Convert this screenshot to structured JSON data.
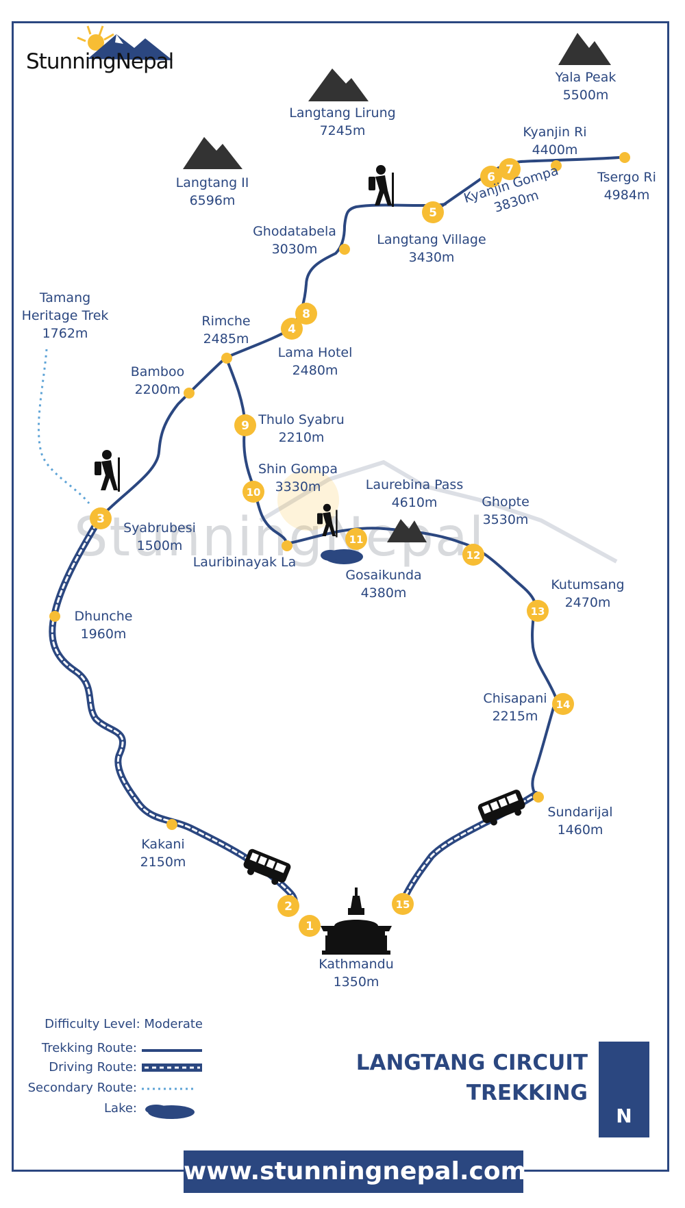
{
  "brand": {
    "logo_text": "StunningNepal",
    "watermark_text": "StunningNepal",
    "website": "www.stunningnepal.com"
  },
  "title": {
    "line1": "LANGTANG CIRCUIT",
    "line2": "TREKKING"
  },
  "compass_letter": "N",
  "colors": {
    "route": "#2b4780",
    "stop": "#f7bd34",
    "text": "#2b4780",
    "mountain": "#333333",
    "secondary": "#5ea3d6",
    "lake": "#2b4780"
  },
  "peaks": [
    {
      "name": "Yala Peak",
      "elevation": "5500m"
    },
    {
      "name": "Langtang Lirung",
      "elevation": "7245m"
    },
    {
      "name": "Langtang II",
      "elevation": "6596m"
    }
  ],
  "places": [
    {
      "name": "Kyanjin Ri",
      "elevation": "4400m"
    },
    {
      "name": "Tsergo Ri",
      "elevation": "4984m"
    },
    {
      "name": "Kyanjin Gompa",
      "elevation": "3830m"
    },
    {
      "name": "Langtang Village",
      "elevation": "3430m"
    },
    {
      "name": "Ghodatabela",
      "elevation": "3030m"
    },
    {
      "name": "Rimche",
      "elevation": "2485m"
    },
    {
      "name": "Lama Hotel",
      "elevation": "2480m"
    },
    {
      "name": "Bamboo",
      "elevation": "2200m"
    },
    {
      "name": "Tamang Heritage Trek",
      "elevation": "1762m"
    },
    {
      "name": "Thulo Syabru",
      "elevation": "2210m"
    },
    {
      "name": "Shin Gompa",
      "elevation": "3330m"
    },
    {
      "name": "Laurebina Pass",
      "elevation": "4610m"
    },
    {
      "name": "Ghopte",
      "elevation": "3530m"
    },
    {
      "name": "Syabrubesi",
      "elevation": "1500m"
    },
    {
      "name": "Lauribinayak La",
      "elevation": ""
    },
    {
      "name": "Gosaikunda",
      "elevation": "4380m"
    },
    {
      "name": "Kutumsang",
      "elevation": "2470m"
    },
    {
      "name": "Dhunche",
      "elevation": "1960m"
    },
    {
      "name": "Chisapani",
      "elevation": "2215m"
    },
    {
      "name": "Sundarijal",
      "elevation": "1460m"
    },
    {
      "name": "Kakani",
      "elevation": "2150m"
    },
    {
      "name": "Kathmandu",
      "elevation": "1350m"
    }
  ],
  "stop_numbers": [
    "1",
    "2",
    "3",
    "4",
    "5",
    "6",
    "7",
    "8",
    "9",
    "10",
    "11",
    "12",
    "13",
    "14",
    "15"
  ],
  "legend": {
    "difficulty": "Difficulty Level: Moderate",
    "trekking": "Trekking Route:",
    "driving": "Driving Route:",
    "secondary": "Secondary Route:",
    "lake": "Lake:"
  }
}
